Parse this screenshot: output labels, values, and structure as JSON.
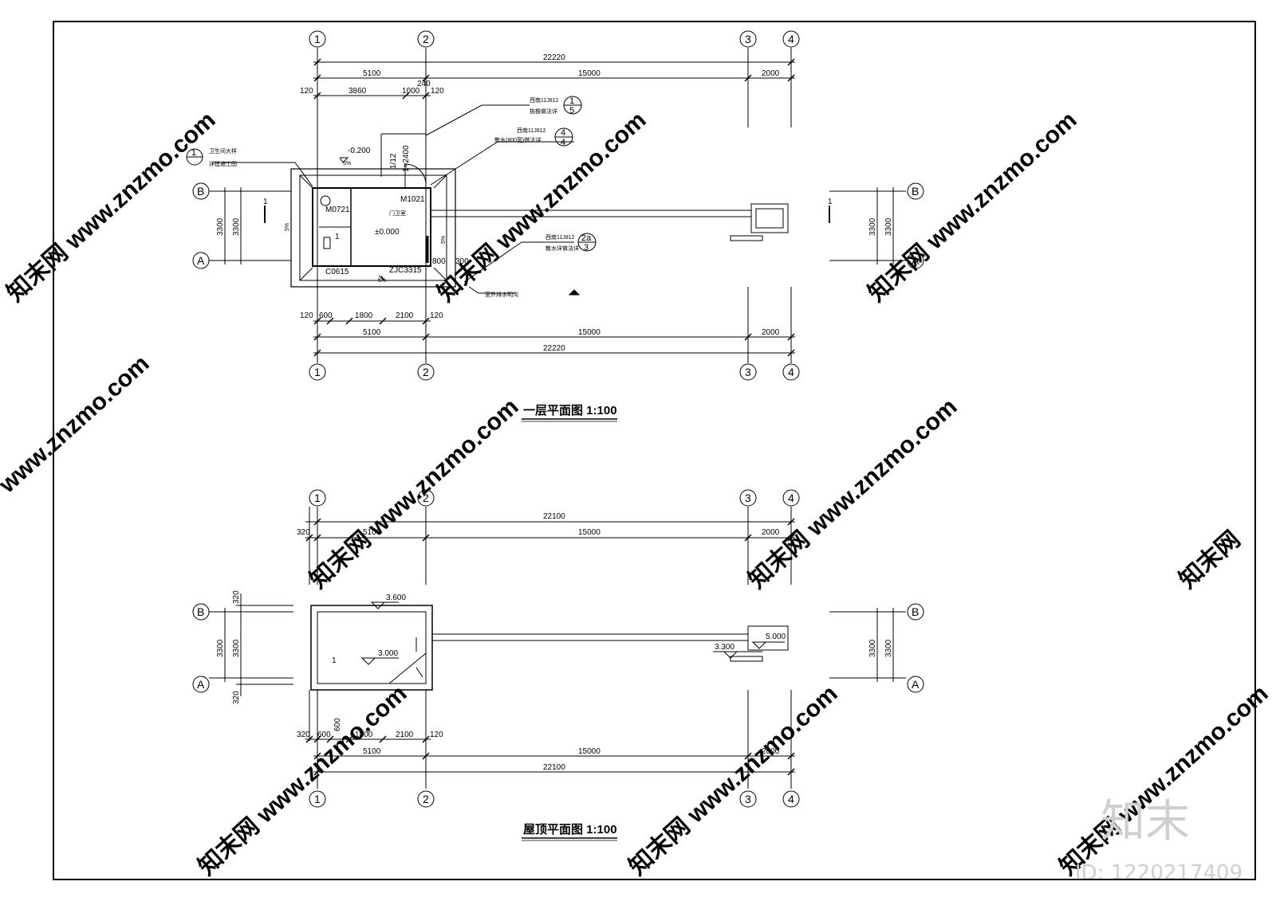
{
  "watermark": {
    "site": "www.znzmo.com",
    "brand": "知末网",
    "logo": "知末",
    "id": "ID: 1220217409"
  },
  "ground_floor": {
    "title": "一层平面图 1:100",
    "axes_top": [
      "1",
      "2",
      "3",
      "4"
    ],
    "axes_side": [
      "B",
      "A"
    ],
    "overall": "22220",
    "spans": [
      "5100",
      "15000",
      "2000"
    ],
    "sub_top": [
      "120",
      "3860",
      "1000",
      "120"
    ],
    "sub_top_extra": "240",
    "sub_bottom": [
      "120",
      "600",
      "1800",
      "2100",
      "120"
    ],
    "side_dims": [
      "3300",
      "3300"
    ],
    "section_mark": "1",
    "levels": {
      "outside": "-0.200",
      "floor": "±0.000"
    },
    "slopes": [
      "5%",
      "5%",
      "5%",
      "5%"
    ],
    "rooms": {
      "guard": "门卫室"
    },
    "doors": {
      "m1": "M1021",
      "m2": "M0721"
    },
    "windows": {
      "c": "C0615",
      "zj": "ZJC3315"
    },
    "canopy_dims": [
      "1/12",
      "1=2400"
    ],
    "side_small": [
      "800",
      "300"
    ],
    "callouts": [
      {
        "text": "西南11J812",
        "num": "1",
        "den": "5",
        "sub": "挑檐做法详"
      },
      {
        "text": "西南11J812",
        "num": "4",
        "den": "4",
        "sub": "散水(800宽)做法详"
      },
      {
        "text": "西南11J812",
        "num": "2a",
        "den": "3",
        "sub": "散水详做法详"
      },
      {
        "text": "室外排水明沟",
        "num": "",
        "den": "",
        "sub": ""
      },
      {
        "text": "卫生间大样",
        "num": "1",
        "den": "",
        "sub": "详建施工图"
      }
    ]
  },
  "roof": {
    "title": "屋顶平面图 1:100",
    "axes_top": [
      "1",
      "2",
      "3",
      "4"
    ],
    "axes_side": [
      "B",
      "A"
    ],
    "overall": "22100",
    "spans": [
      "5100",
      "15000",
      "2000"
    ],
    "sub_top_first": "320",
    "sub_bottom": [
      "320",
      "600",
      "1800",
      "2100",
      "120"
    ],
    "sub_bottom_extra": "600",
    "side_dims": [
      "3300",
      "3300"
    ],
    "side_small": [
      "320",
      "320"
    ],
    "levels": {
      "parapet": "3.600",
      "roof": "3.000",
      "post": "5.000",
      "beam": "3.300"
    },
    "label": "1"
  }
}
